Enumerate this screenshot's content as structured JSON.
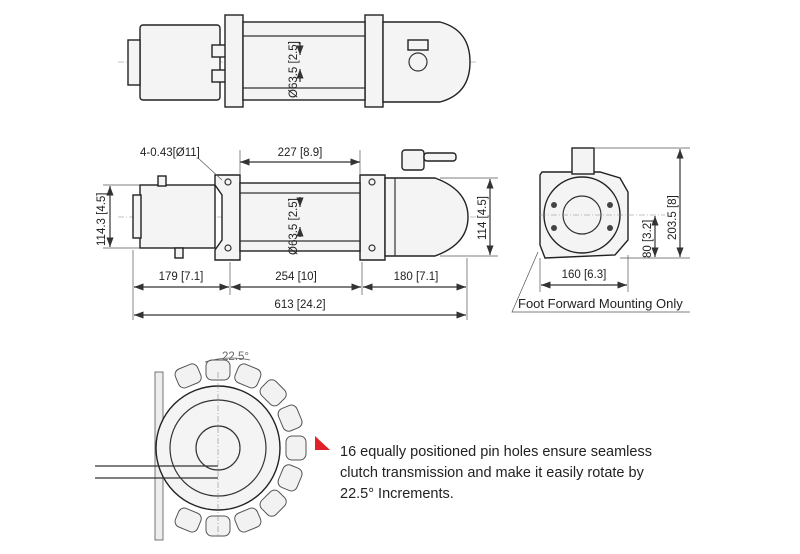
{
  "top_view": {
    "drum_diameter": "Ø63.5 [2.5]"
  },
  "side_view": {
    "mount_holes": "4-0.43[Ø11]",
    "bolt_spacing": "227 [8.9]",
    "motor_height": "114.3 [4.5]",
    "drum_diameter": "Ø63.5 [2.5]",
    "gearbox_height": "114 [4.5]",
    "motor_length": "179 [7.1]",
    "drum_length": "254 [10]",
    "gearbox_length": "180 [7.1]",
    "overall_length": "613 [24.2]"
  },
  "end_view": {
    "width": "160 [6.3]",
    "center_height": "80 [3.2]",
    "overall_height": "203.5 [8]",
    "mounting_note": "Foot Forward Mounting Only"
  },
  "detail": {
    "angle": "22.5°",
    "description_lines": [
      "16 equally positioned pin holes ensure seamless",
      "clutch transmission and make it easily rotate by",
      "22.5° Increments."
    ],
    "marker_color": "#e0202a"
  }
}
